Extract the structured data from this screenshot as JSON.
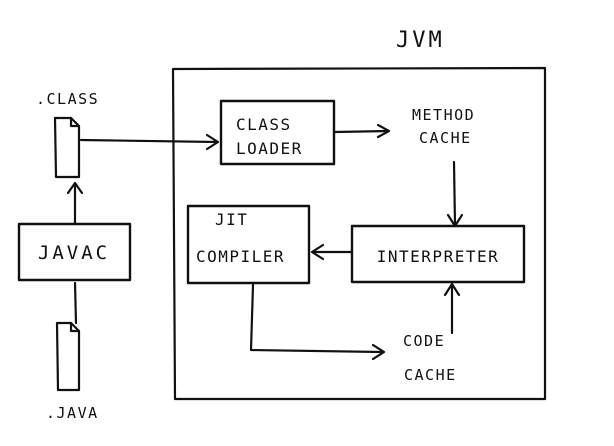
{
  "diagram": {
    "jvm_title": "JVM",
    "class_file_label": ".CLASS",
    "java_file_label": ".JAVA",
    "javac_label": "JAVAC",
    "class_loader_label": [
      "CLASS",
      "LOADER"
    ],
    "method_cache_label": [
      "METHOD",
      "CACHE"
    ],
    "jit_compiler_label": [
      "JIT",
      "COMPILER"
    ],
    "interpreter_label": "INTERPRETER",
    "code_cache_label": [
      "CODE",
      "CACHE"
    ]
  },
  "colors": {
    "ink": "#111111",
    "paper": "#ffffff"
  },
  "icons": {
    "class_file": "document-icon",
    "java_file": "document-icon"
  }
}
